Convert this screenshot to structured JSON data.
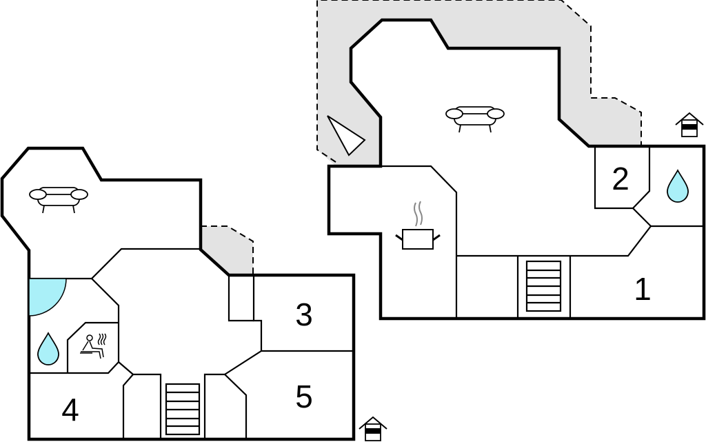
{
  "title": "Floor plan",
  "colors": {
    "water": "#aaf0f8",
    "terrace": "#e3e3e3",
    "wall": "#000000"
  },
  "left_building": {
    "rooms": [
      {
        "label": "3",
        "type": "bedroom"
      },
      {
        "label": "4",
        "type": "bedroom"
      },
      {
        "label": "5",
        "type": "bedroom"
      }
    ],
    "icons": [
      "sofa-icon",
      "shower-icon",
      "water-drop-icon",
      "sauna-icon",
      "stairs-icon",
      "entrance-icon"
    ]
  },
  "right_building": {
    "rooms": [
      {
        "label": "1",
        "type": "bedroom"
      },
      {
        "label": "2",
        "type": "bedroom"
      }
    ],
    "icons": [
      "sofa-icon",
      "kitchen-pot-icon",
      "water-drop-icon",
      "stairs-icon",
      "entrance-icon",
      "compass-arrow-icon"
    ]
  }
}
